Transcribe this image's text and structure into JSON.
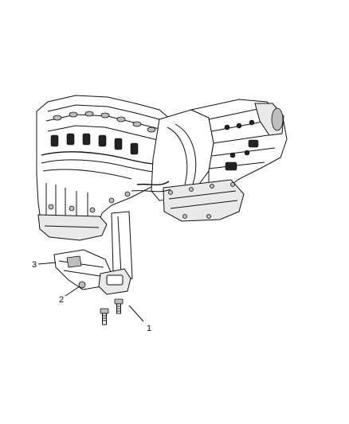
{
  "callouts": [
    {
      "id": "1",
      "label": "1"
    },
    {
      "id": "2",
      "label": "2"
    },
    {
      "id": "3",
      "label": "3"
    }
  ],
  "colors": {
    "line": "#111111",
    "background": "#ffffff",
    "shade": "#bdbdbd"
  }
}
